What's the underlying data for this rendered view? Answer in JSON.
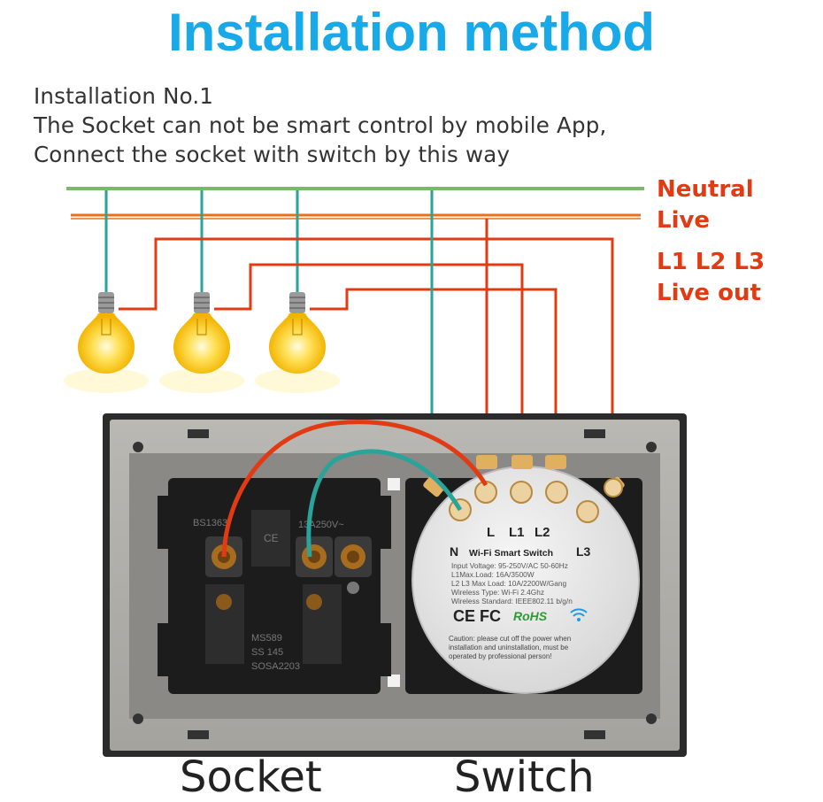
{
  "title": "Installation method",
  "intro": {
    "line1": "Installation No.1",
    "line2": "The Socket can not be smart control by mobile App,",
    "line3": "Connect the socket with switch by this way"
  },
  "wire_labels": {
    "neutral": "Neutral",
    "live": "Live",
    "outputs": "L1 L2 L3",
    "live_out": "Live out"
  },
  "socket_marks": {
    "bs": "BS1363",
    "ce": "CE",
    "rating": "13A250V~",
    "ms": "MS589",
    "ss": "SS 145",
    "sosa": "SOSA2203"
  },
  "switch_module": {
    "terminal_l": "L",
    "terminal_l1": "L1",
    "terminal_l2": "L2",
    "terminal_n": "N",
    "name": "Wi-Fi Smart Switch",
    "terminal_l3": "L3",
    "spec1": "Input Voltage: 95-250V/AC 50-60Hz",
    "spec2": "L1Max.Load: 16A/3500W",
    "spec3": "L2 L3 Max Load: 10A/2200W/Gang",
    "spec4": "Wireless Type: Wi-Fi 2.4Ghz",
    "spec5": "Wireless Standard: IEEE802.11 b/g/n",
    "cert": "CE FC",
    "rohs": "RoHS",
    "caution1": "Caution: please cut off the power when",
    "caution2": "installation and uninstallation, must be",
    "caution3": "operated by professional person!"
  },
  "bottom_labels": {
    "socket": "Socket",
    "switch": "Switch"
  },
  "colors": {
    "title": "#17a9e8",
    "neutral_wire": "#7cb86a",
    "live_wire": "#e5701e",
    "out_wire": "#e23b14",
    "teal_wire": "#2aa39a",
    "label_red": "#e23b14"
  },
  "icons": {
    "bulb": "light-bulb-icon",
    "wifi": "wifi-icon"
  }
}
